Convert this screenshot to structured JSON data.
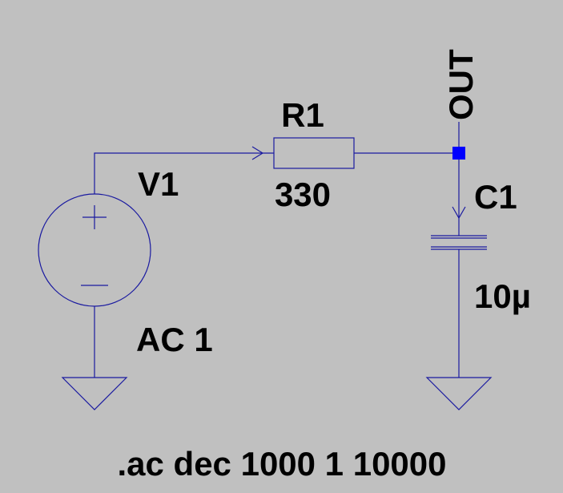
{
  "colors": {
    "background": "#c0c0c0",
    "wire": "#1a1aa0",
    "junction": "#0000ff",
    "text": "#000000"
  },
  "source": {
    "name": "V1",
    "value": "AC 1",
    "plus": "+",
    "minus": "−"
  },
  "resistor": {
    "name": "R1",
    "value": "330"
  },
  "capacitor": {
    "name": "C1",
    "value": "10µ"
  },
  "net_label": "OUT",
  "directive": ".ac dec 1000 1 10000"
}
